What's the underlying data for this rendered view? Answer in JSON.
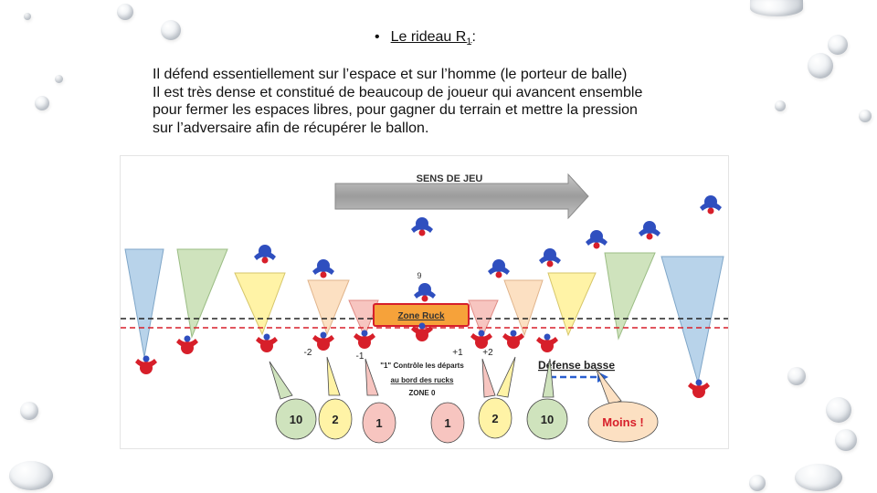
{
  "slide": {
    "bullet": "•",
    "title_main": "Le rideau R",
    "title_sub": "1",
    "title_colon": ":",
    "paragraph": [
      "Il défend essentiellement sur l’espace et sur l’homme (le porteur de balle)",
      "Il est très dense et constitué de beaucoup de joueur qui avancent ensemble",
      "pour fermer les espaces libres, pour gagner du terrain et mettre la pression",
      "sur l’adversaire afin de récupérer le ballon."
    ]
  },
  "diagram": {
    "direction_label": "SENS DE JEU",
    "zone_ruck": "Zone Ruck",
    "player_nine": "9",
    "gap_labels": {
      "minus2": "-2",
      "minus1": "-1",
      "plus1": "+1",
      "plus2": "+2"
    },
    "control_text": [
      "\"1\" Contrôle les départs",
      "au bord des rucks",
      "ZONE 0"
    ],
    "low_defense": "Défense basse",
    "bubbles": [
      "10",
      "2",
      "1",
      "1",
      "2",
      "10"
    ],
    "less_label": "Moins !",
    "colors": {
      "attacker_blue": "#2f4fbf",
      "defender_red": "#d71f2a",
      "light_blue": "#b8d3ea",
      "light_green": "#cfe3bd",
      "light_yellow": "#fff3a6",
      "light_orange": "#fce0c2",
      "light_red": "#f7c5c0",
      "ruck_orange": "#f6a23a",
      "arrow_grey": "#a9a9a9",
      "arrow_blue": "#2a5fcf"
    }
  }
}
